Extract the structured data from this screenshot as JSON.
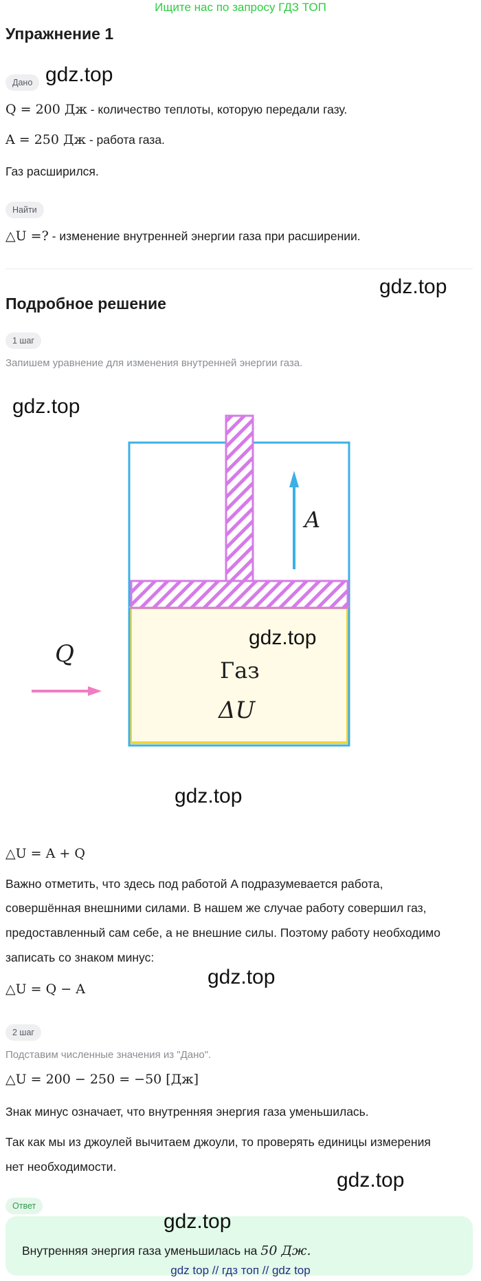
{
  "banner": "Ищите нас по запросу ГДЗ ТОП",
  "title": "Упражнение 1",
  "watermark": "gdz.top",
  "given": {
    "tag": "Дано",
    "q_math": "Q = 200 Дж",
    "q_text": " - количество теплоты, которую передали газу.",
    "a_math": "A = 250 Дж",
    "a_text": " - работа газа.",
    "expanded": "Газ расширился."
  },
  "find": {
    "tag": "Найти",
    "du_math": "△U =?",
    "du_text": " - изменение внутренней энергии газа при расширении."
  },
  "solution": {
    "heading": "Подробное решение",
    "step1_tag": "1 шаг",
    "step1_desc": "Запишем уравнение для изменения внутренней энергии газа.",
    "eq1": "△U = A + Q",
    "para": [
      "Важно отметить, что здесь под работой A подразумевается работа,",
      "совершённая внешними силами. В нашем же случае работу совершил газ,",
      "предоставленный сам себе, а не внешние силы. Поэтому работу необходимо",
      "записать со знаком минус:"
    ],
    "eq2": "△U = Q − A",
    "step2_tag": "2 шаг",
    "step2_desc": "Подставим численные значения из \"Дано\".",
    "eq3": "△U = 200 − 250 = −50  [Дж]",
    "minus_note": "Знак минус означает, что внутренняя энергия газа уменьшилась.",
    "units_note": [
      "Так как мы из джоулей вычитаем джоули, то проверять единицы измерения",
      "нет необходимости."
    ]
  },
  "diagram": {
    "label_work": "A",
    "label_heat": "Q",
    "label_gas": "Газ",
    "label_energy": "ΔU",
    "colors": {
      "cylinder": "#3bb0e6",
      "piston": "#d57be8",
      "gas_fill": "#fffbe6",
      "gas_border": "#f2d43a",
      "heat_arrow": "#f07cc2",
      "work_arrow": "#3bb0e6"
    }
  },
  "answer": {
    "tag": "Ответ",
    "text_pre": "Внутренняя энергия газа уменьшилась на ",
    "text_math": "50 Дж.",
    "text_post": ""
  },
  "footer": "gdz top  //  гдз топ  //  gdz top"
}
